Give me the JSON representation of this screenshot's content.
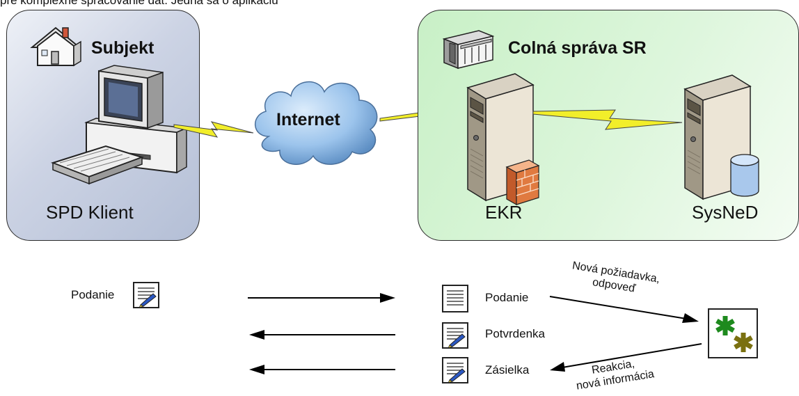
{
  "header_fragment": "pre komplexné spracovanie dát. Jedná sa o aplikáciu",
  "subjekt": {
    "title": "Subjekt",
    "client_label": "SPD Klient"
  },
  "internet": {
    "label": "Internet"
  },
  "colna": {
    "title": "Colná správa SR",
    "ekr_label": "EKR",
    "sysned_label": "SysNeD"
  },
  "flow": {
    "left_podanie": "Podanie",
    "right_podanie": "Podanie",
    "potvrdenka": "Potvrdenka",
    "zasielka": "Zásielka",
    "nova_line1": "Nová požiadavka,",
    "nova_line2": "odpoveď",
    "reakcia_line1": "Reakcia,",
    "reakcia_line2": "nová informácia"
  },
  "colors": {
    "subjekt_panel": "#c4cde0",
    "colna_panel": "#d4f4d2",
    "lightning": "#f2ee2a",
    "cloud": "#9cc4ec",
    "asterisk_green": "#1e8a1e",
    "asterisk_olive": "#7a7010"
  }
}
